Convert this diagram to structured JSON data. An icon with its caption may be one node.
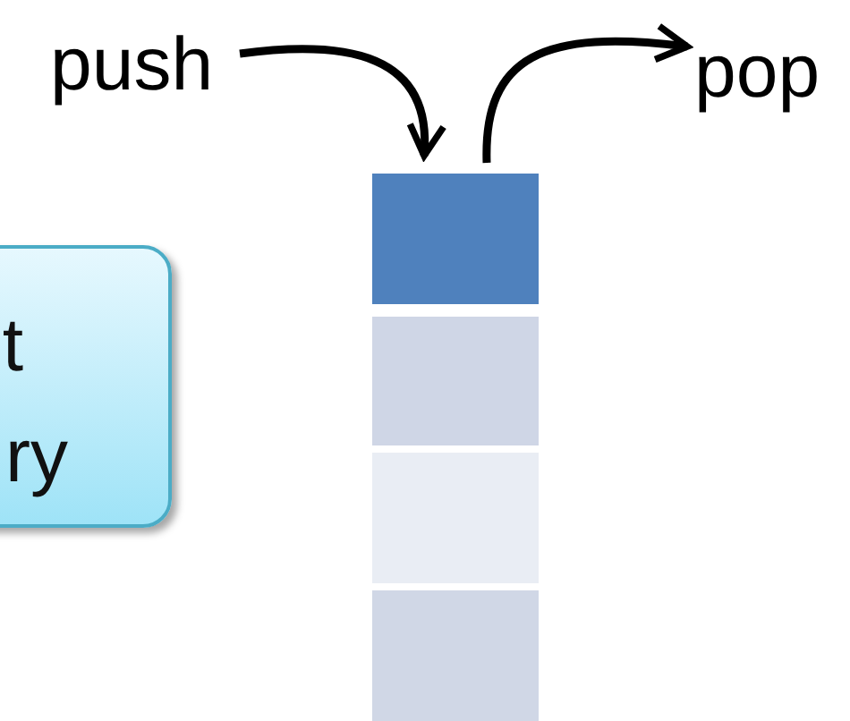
{
  "diagram": {
    "nodes": [
      {
        "text": [
          "push"
        ]
      },
      {
        "text": [
          "pop"
        ]
      },
      {
        "text": [
          "t",
          "ry"
        ]
      },
      {
        "text": [],
        "shape": "box"
      },
      {
        "text": [],
        "shape": "box"
      },
      {
        "text": [],
        "shape": "box"
      },
      {
        "text": [],
        "shape": "box"
      }
    ],
    "edges": [
      {
        "from": 0,
        "to": 3,
        "arrow": "to"
      },
      {
        "from": 3,
        "to": 1,
        "arrow": "to"
      }
    ]
  }
}
